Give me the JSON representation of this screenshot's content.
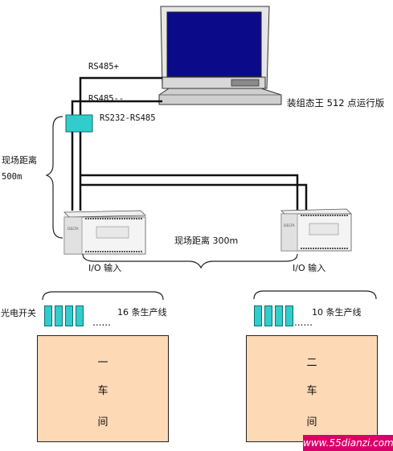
{
  "labels": {
    "rs485_plus": "RS485+",
    "rs485_minus": "RS485--",
    "converter": "RS232-RS485",
    "software": "装组态王 512 点运行版",
    "field_distance_vertical": "现场距离",
    "distance_500": "500m",
    "field_distance_300": "现场距离 300m",
    "io_input_left": "I/O 输入",
    "io_input_right": "I/O 输入",
    "photo_switch": "光电开关",
    "lines_16": "16 条生产线",
    "lines_10": "10 条生产线",
    "dots_left": "......",
    "dots_right": "......"
  },
  "workshops": [
    {
      "chars": [
        "一",
        "车",
        "间"
      ]
    },
    {
      "chars": [
        "二",
        "车",
        "间"
      ]
    }
  ],
  "watermark": "www.55dianzi.com",
  "colors": {
    "workshop_fill": "#fdd9b5",
    "sensor_fill": "#33cccc",
    "converter_fill": "#33cccc",
    "watermark_bg": "#d9006c"
  }
}
